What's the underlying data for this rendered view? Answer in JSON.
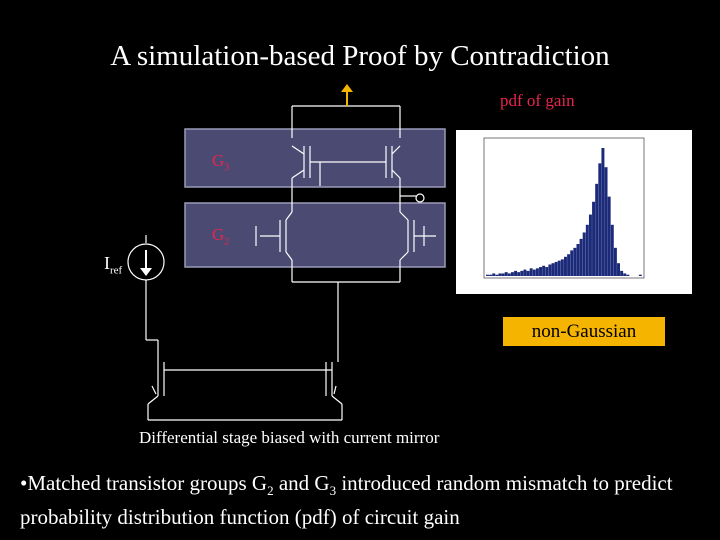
{
  "title": "A simulation-based Proof by Contradiction",
  "pdf_label": "pdf of gain",
  "groups": [
    {
      "name": "G",
      "sub": "3"
    },
    {
      "name": "G",
      "sub": "2"
    }
  ],
  "iref": {
    "name": "I",
    "sub": "ref"
  },
  "non_gaussian_label": "non-Gaussian",
  "caption": "Differential stage biased with current mirror",
  "bullet": {
    "marker": "•",
    "p1": "Matched transistor groups G",
    "s1": "2",
    "p2": " and G",
    "s2": "3",
    "p3": " introduced random mismatch to predict probability distribution function (pdf) of circuit gain"
  },
  "colors": {
    "background": "#000000",
    "text": "#ffffff",
    "accent_red": "#e8254e",
    "box_fill": "#4a4a72",
    "highlight": "#f5b400",
    "histogram_bar": "#1c2a7a"
  },
  "chart_data": {
    "type": "bar",
    "title": "",
    "xlabel": "",
    "ylabel": "",
    "note": "histogram of circuit gain (pdf); skewed, non-Gaussian",
    "values": [
      1,
      1,
      2,
      1,
      2,
      2,
      3,
      2,
      3,
      4,
      3,
      4,
      5,
      4,
      6,
      5,
      6,
      7,
      8,
      7,
      9,
      10,
      11,
      12,
      13,
      15,
      17,
      20,
      22,
      25,
      29,
      34,
      40,
      48,
      58,
      72,
      88,
      100,
      85,
      62,
      40,
      22,
      10,
      4,
      2,
      1,
      0,
      0,
      0,
      1
    ]
  }
}
